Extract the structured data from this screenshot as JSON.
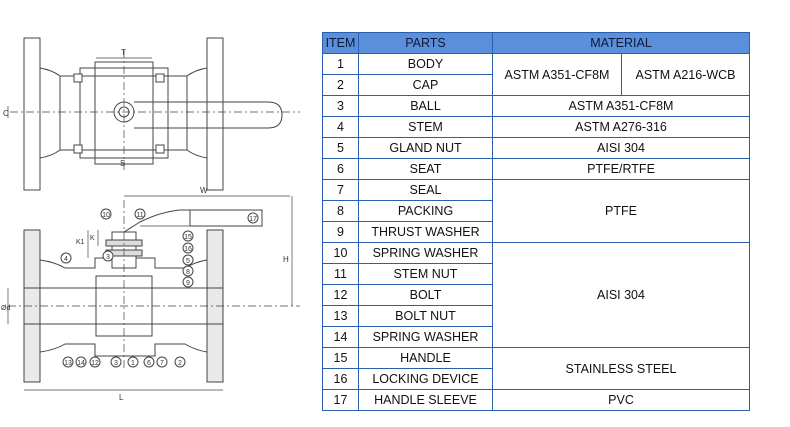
{
  "drawing": {
    "dimension_labels": {
      "top_t": "T",
      "top_c": "C",
      "top_s": "S",
      "w": "W",
      "h": "H",
      "k": "K",
      "k1": "K1",
      "d": "Ød",
      "l": "L"
    },
    "callouts": [
      "10",
      "11",
      "17",
      "15",
      "16",
      "5",
      "8",
      "9",
      "4",
      "3",
      "13",
      "14",
      "12",
      "3",
      "1",
      "6",
      "7",
      "2"
    ]
  },
  "table": {
    "headers": {
      "item": "ITEM",
      "parts": "PARTS",
      "material": "MATERIAL"
    },
    "rows": [
      {
        "item": "1",
        "part": "BODY"
      },
      {
        "item": "2",
        "part": "CAP"
      },
      {
        "item": "3",
        "part": "BALL"
      },
      {
        "item": "4",
        "part": "STEM"
      },
      {
        "item": "5",
        "part": "GLAND NUT"
      },
      {
        "item": "6",
        "part": "SEAT"
      },
      {
        "item": "7",
        "part": "SEAL"
      },
      {
        "item": "8",
        "part": "PACKING"
      },
      {
        "item": "9",
        "part": "THRUST WASHER"
      },
      {
        "item": "10",
        "part": "SPRING WASHER"
      },
      {
        "item": "11",
        "part": "STEM NUT"
      },
      {
        "item": "12",
        "part": "BOLT"
      },
      {
        "item": "13",
        "part": "BOLT NUT"
      },
      {
        "item": "14",
        "part": "SPRING WASHER"
      },
      {
        "item": "15",
        "part": "HANDLE"
      },
      {
        "item": "16",
        "part": "LOCKING DEVICE"
      },
      {
        "item": "17",
        "part": "HANDLE SLEEVE"
      }
    ],
    "materials": {
      "body_cap_a": "ASTM A351-CF8M",
      "body_cap_b": "ASTM A216-WCB",
      "ball": "ASTM A351-CF8M",
      "stem": "ASTM A276-316",
      "gland_nut": "AISI 304",
      "seat": "PTFE/RTFE",
      "seal_packing_washer": "PTFE",
      "spring_to_washer": "AISI 304",
      "handle_locking": "STAINLESS STEEL",
      "sleeve": "PVC"
    }
  }
}
